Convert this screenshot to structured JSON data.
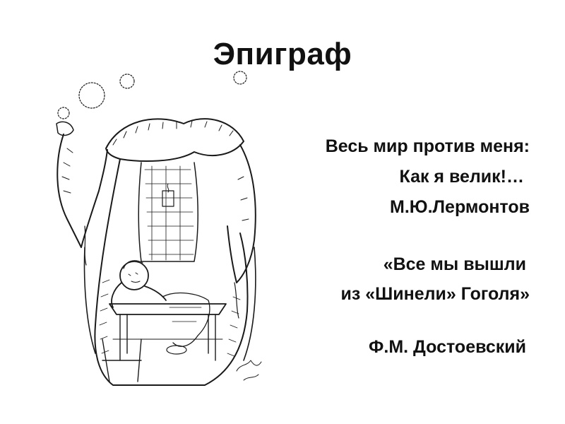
{
  "slide": {
    "title": "Эпиграф",
    "epigraphs": [
      {
        "lines": [
          "Весь мир против меня:",
          "Как я велик!…"
        ],
        "author": "М.Ю.Лермонтов"
      },
      {
        "lines": [
          "«Все мы вышли",
          "из «Шинели» Гоголя»"
        ],
        "author": "Ф.М. Достоевский"
      }
    ],
    "illustration": {
      "icon": "overcoat-illustration",
      "description_icon": "akaky-under-overcoat-drawing"
    }
  }
}
